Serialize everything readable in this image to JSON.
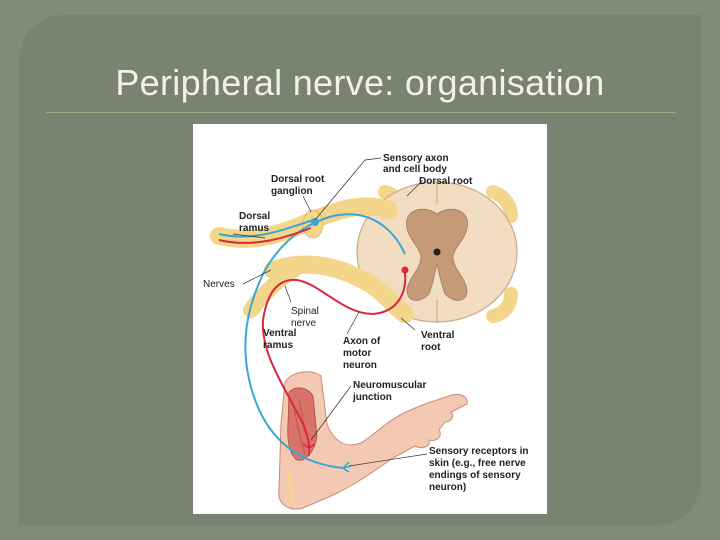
{
  "slide": {
    "title": "Peripheral nerve: organisation"
  },
  "diagram": {
    "labels": {
      "sensory_axon_line1": "Sensory axon",
      "sensory_axon_line2": "and cell body",
      "dorsal_root": "Dorsal root",
      "drg_line1": "Dorsal root",
      "drg_line2": "ganglion",
      "dorsal_ramus_line1": "Dorsal",
      "dorsal_ramus_line2": "ramus",
      "nerves": "Nerves",
      "spinal_nerve_line1": "Spinal",
      "spinal_nerve_line2": "nerve",
      "ventral_ramus_line1": "Ventral",
      "ventral_ramus_line2": "ramus",
      "motor_axon_line1": "Axon of",
      "motor_axon_line2": "motor",
      "motor_axon_line3": "neuron",
      "ventral_root_line1": "Ventral",
      "ventral_root_line2": "root",
      "nmj_line1": "Neuromuscular",
      "nmj_line2": "junction",
      "receptors_line1": "Sensory receptors in",
      "receptors_line2": "skin (e.g., free nerve",
      "receptors_line3": "endings of sensory",
      "receptors_line4": "neuron)"
    },
    "colors": {
      "sensory_axon": "#3aa6d6",
      "motor_axon": "#d8283c",
      "nerve_sheath": "#f3d68a",
      "spinal_cord": "#f2dcc2",
      "gray_matter": "#c59a78",
      "skin": "#f4c9b4",
      "muscle": "#d9736a"
    }
  }
}
